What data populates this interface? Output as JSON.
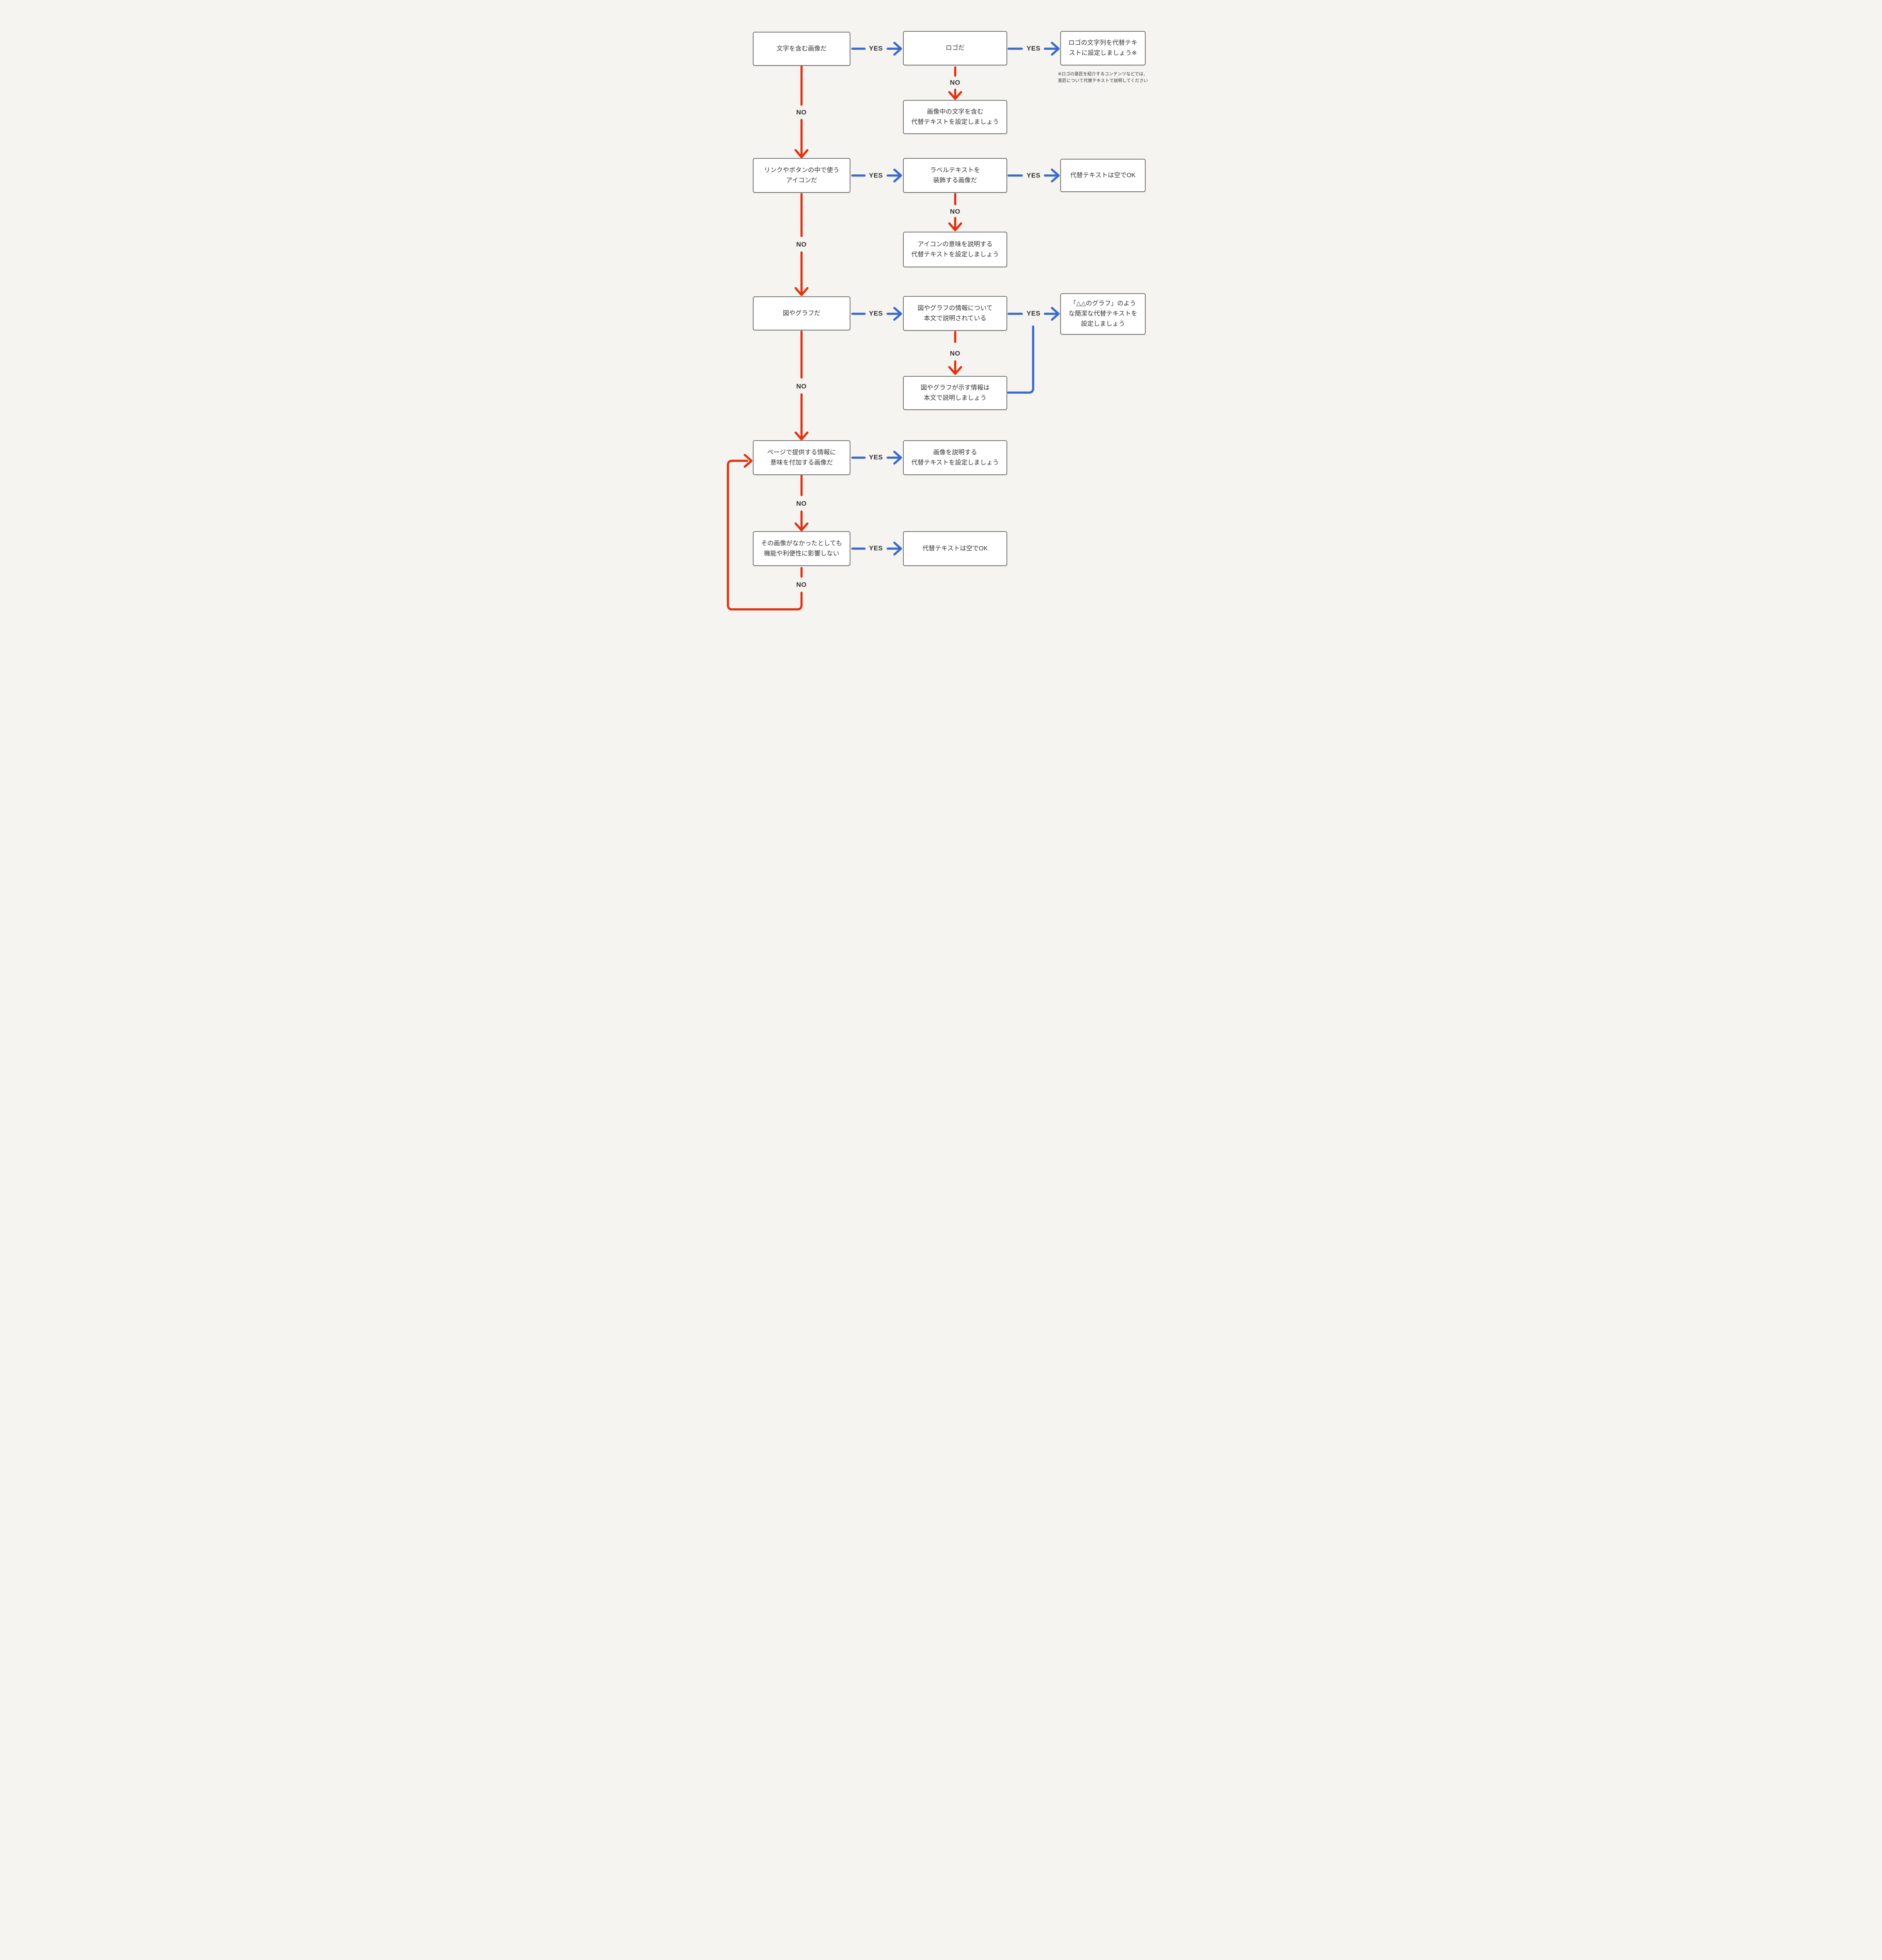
{
  "page": {
    "background": "#f5f4f1"
  },
  "colors": {
    "yes_arrow": "#3c6ac9",
    "no_arrow": "#e23210",
    "box_border": "#757575",
    "box_fill": "#ffffff",
    "text": "#333333"
  },
  "labels": {
    "yes": "YES",
    "no": "NO"
  },
  "boxes": {
    "has_text": "文字を含む画像だ",
    "is_logo": "ロゴだ",
    "logo_alt": "ロゴの文字列を代替テキ\nストに設定しましょう※",
    "image_text_alt": "画像中の文字を含む\n代替テキストを設定しましょう",
    "is_icon": "リンクやボタンの中で使う\nアイコンだ",
    "decorates_label": "ラベルテキストを\n装飾する画像だ",
    "empty_alt_ok": "代替テキストは空でOK",
    "icon_meaning_alt": "アイコンの意味を説明する\n代替テキストを設定しましょう",
    "is_chart": "図やグラフだ",
    "chart_in_body": "図やグラフの情報について\n本文で説明されている",
    "chart_concise_alt": "「△△のグラフ」のよう\nな簡潔な代替テキストを\n設定しましょう",
    "chart_explain_in_body": "図やグラフが示す情報は\n本文で説明しましょう",
    "adds_meaning": "ページで提供する情報に\n意味を付加する画像だ",
    "describe_image_alt": "画像を説明する\n代替テキストを設定しましょう",
    "no_functional_impact": "その画像がなかったとしても\n機能や利便性に影響しない",
    "empty_alt_ok_2": "代替テキストは空でOK"
  },
  "note": {
    "text": "※ロゴの意匠を紹介するコンテンツなどでは、\n意匠について代替テキストで説明してください"
  }
}
